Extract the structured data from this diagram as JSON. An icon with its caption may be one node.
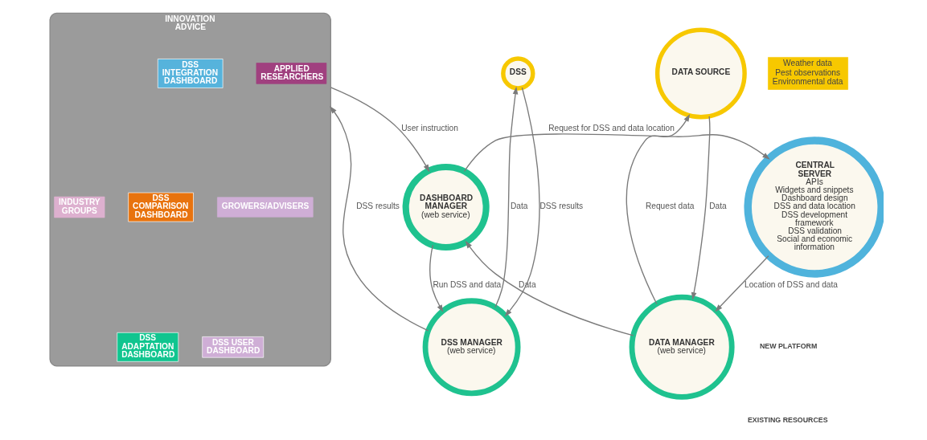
{
  "diagram": {
    "nodes": [
      {
        "text": [
          "INNOVATION",
          "ADVICE"
        ]
      },
      {
        "text": [
          "APPLIED RESEARCHERS"
        ],
        "in": 0
      },
      {
        "text": [
          "INDUSTRY GROUPS"
        ],
        "in": 0
      },
      {
        "text": [
          "GROWERS/ADVISERS"
        ],
        "in": 0
      },
      {
        "text": [
          "DSS COMPARISON DASHBOARD"
        ],
        "in": 0
      },
      {
        "text": [
          "DSS ADAPTATION DASHBOARD"
        ],
        "in": 0
      },
      {
        "text": [
          "DSS USER DASHBOARD"
        ],
        "in": 0
      },
      {
        "text": [
          "DSS INTEGRATION DASHBOARD"
        ],
        "in": 0
      },
      {
        "text": [
          "DASHBOARD MANAGER",
          "(web service)"
        ]
      },
      {
        "text": [
          "CENTRAL SERVER",
          "APIs",
          "Widgets and snippets",
          "Dashboard design",
          "DSS and data location",
          "DSS development framework",
          "DSS validation",
          "Social and economic information"
        ]
      },
      {
        "text": [
          "DSS MANAGER",
          "(web service)"
        ]
      },
      {
        "text": [
          "DATA MANAGER",
          "(web service)"
        ]
      },
      {
        "text": [
          "DSS"
        ]
      },
      {
        "text": [
          "DATA SOURCE"
        ]
      },
      {
        "text": [
          "Weather data",
          "Pest observations",
          "Environmental data"
        ]
      }
    ],
    "edges": [
      {
        "from": 0,
        "to": 8,
        "arrow": "to",
        "label": "User instruction"
      },
      {
        "from": 8,
        "to": 9,
        "arrow": "to",
        "label": "Request for DSS and data location"
      },
      {
        "from": 9,
        "to": 11,
        "arrow": "to",
        "label": "Location of DSS and data"
      },
      {
        "from": 10,
        "to": 0,
        "arrow": "to",
        "label": "DSS results"
      },
      {
        "from": 11,
        "to": 8,
        "arrow": "to",
        "label": "Data"
      },
      {
        "from": 8,
        "to": 10,
        "arrow": "to",
        "label": "Run DSS and data"
      },
      {
        "from": 12,
        "to": 10,
        "arrow": "to",
        "label": "DSS results"
      },
      {
        "from": 10,
        "to": 12,
        "arrow": "to",
        "label": "Data"
      },
      {
        "from": 13,
        "to": 11,
        "arrow": "to",
        "label": "Data"
      },
      {
        "from": 11,
        "to": 13,
        "arrow": "to",
        "label": "Request data"
      }
    ],
    "labels": [
      "NEW PLATFORM",
      "EXISTING RESOURCES"
    ]
  }
}
